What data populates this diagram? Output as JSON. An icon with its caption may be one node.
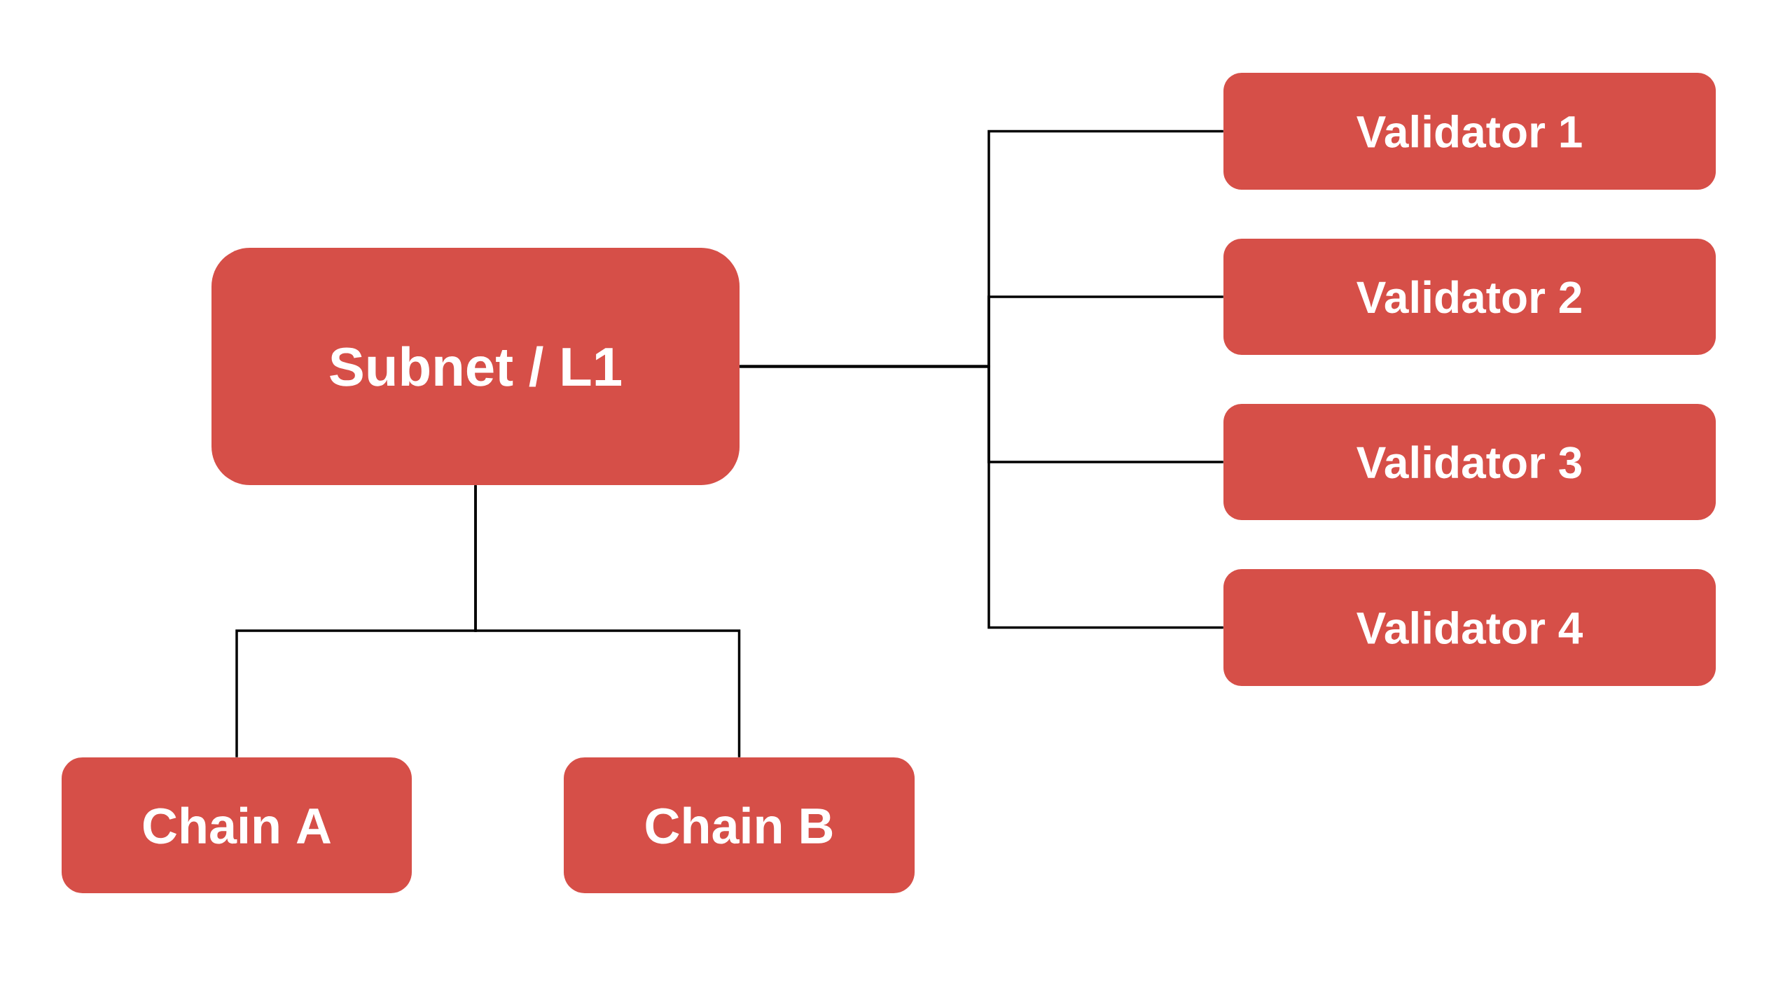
{
  "diagram": {
    "nodes": [
      {
        "text": [
          "Subnet / L1"
        ]
      },
      {
        "text": [
          "Validator 1"
        ]
      },
      {
        "text": [
          "Validator 2"
        ]
      },
      {
        "text": [
          "Validator 3"
        ]
      },
      {
        "text": [
          "Validator 4"
        ]
      },
      {
        "text": [
          "Chain A"
        ]
      },
      {
        "text": [
          "Chain B"
        ]
      }
    ],
    "edges": [
      {
        "from": 0,
        "to": 1,
        "arrow": "none"
      },
      {
        "from": 0,
        "to": 2,
        "arrow": "none"
      },
      {
        "from": 0,
        "to": 3,
        "arrow": "none"
      },
      {
        "from": 0,
        "to": 4,
        "arrow": "none"
      },
      {
        "from": 0,
        "to": 5,
        "arrow": "none"
      },
      {
        "from": 0,
        "to": 6,
        "arrow": "none"
      }
    ]
  }
}
